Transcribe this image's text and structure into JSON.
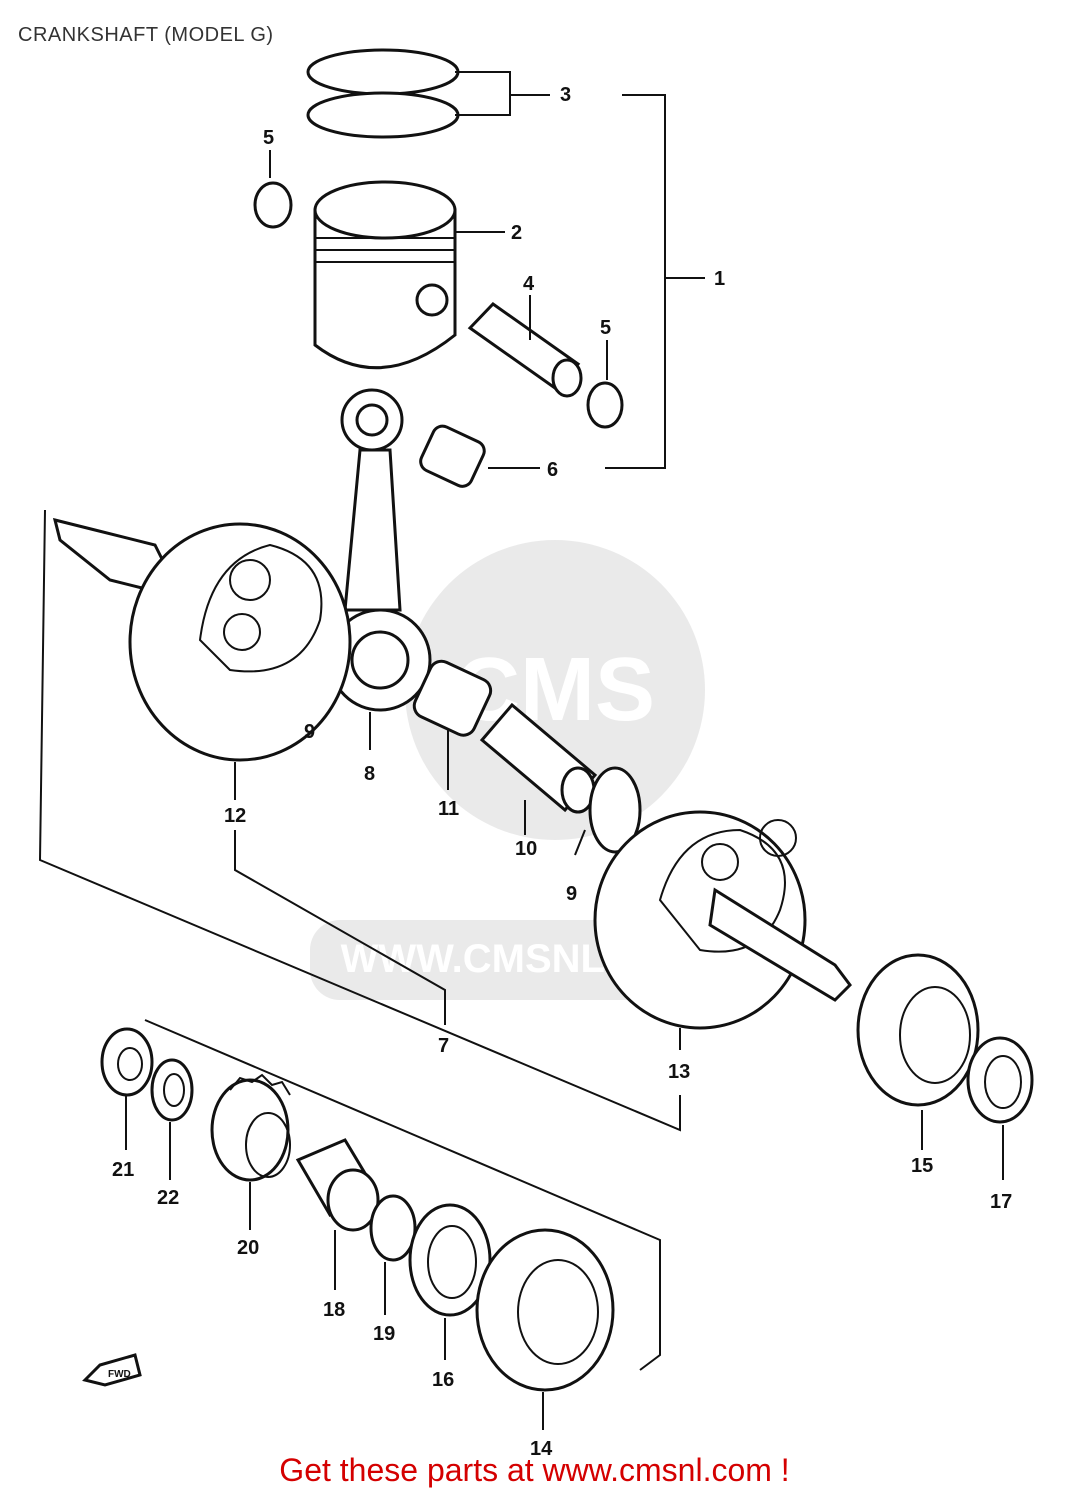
{
  "title": "CRANKSHAFT (MODEL G)",
  "footer": "Get these parts at www.cmsnl.com !",
  "watermark": {
    "logo": "CMS",
    "url": "WWW.CMSNL.COM"
  },
  "fwd_mark": "FWD",
  "callouts": [
    "1",
    "2",
    "3",
    "4",
    "5",
    "5",
    "6",
    "7",
    "8",
    "9",
    "9",
    "10",
    "11",
    "12",
    "13",
    "14",
    "15",
    "16",
    "17",
    "18",
    "19",
    "20",
    "21",
    "22"
  ],
  "colors": {
    "footer": "#d40000",
    "line": "#111111",
    "watermark": "#d8d8d8"
  }
}
